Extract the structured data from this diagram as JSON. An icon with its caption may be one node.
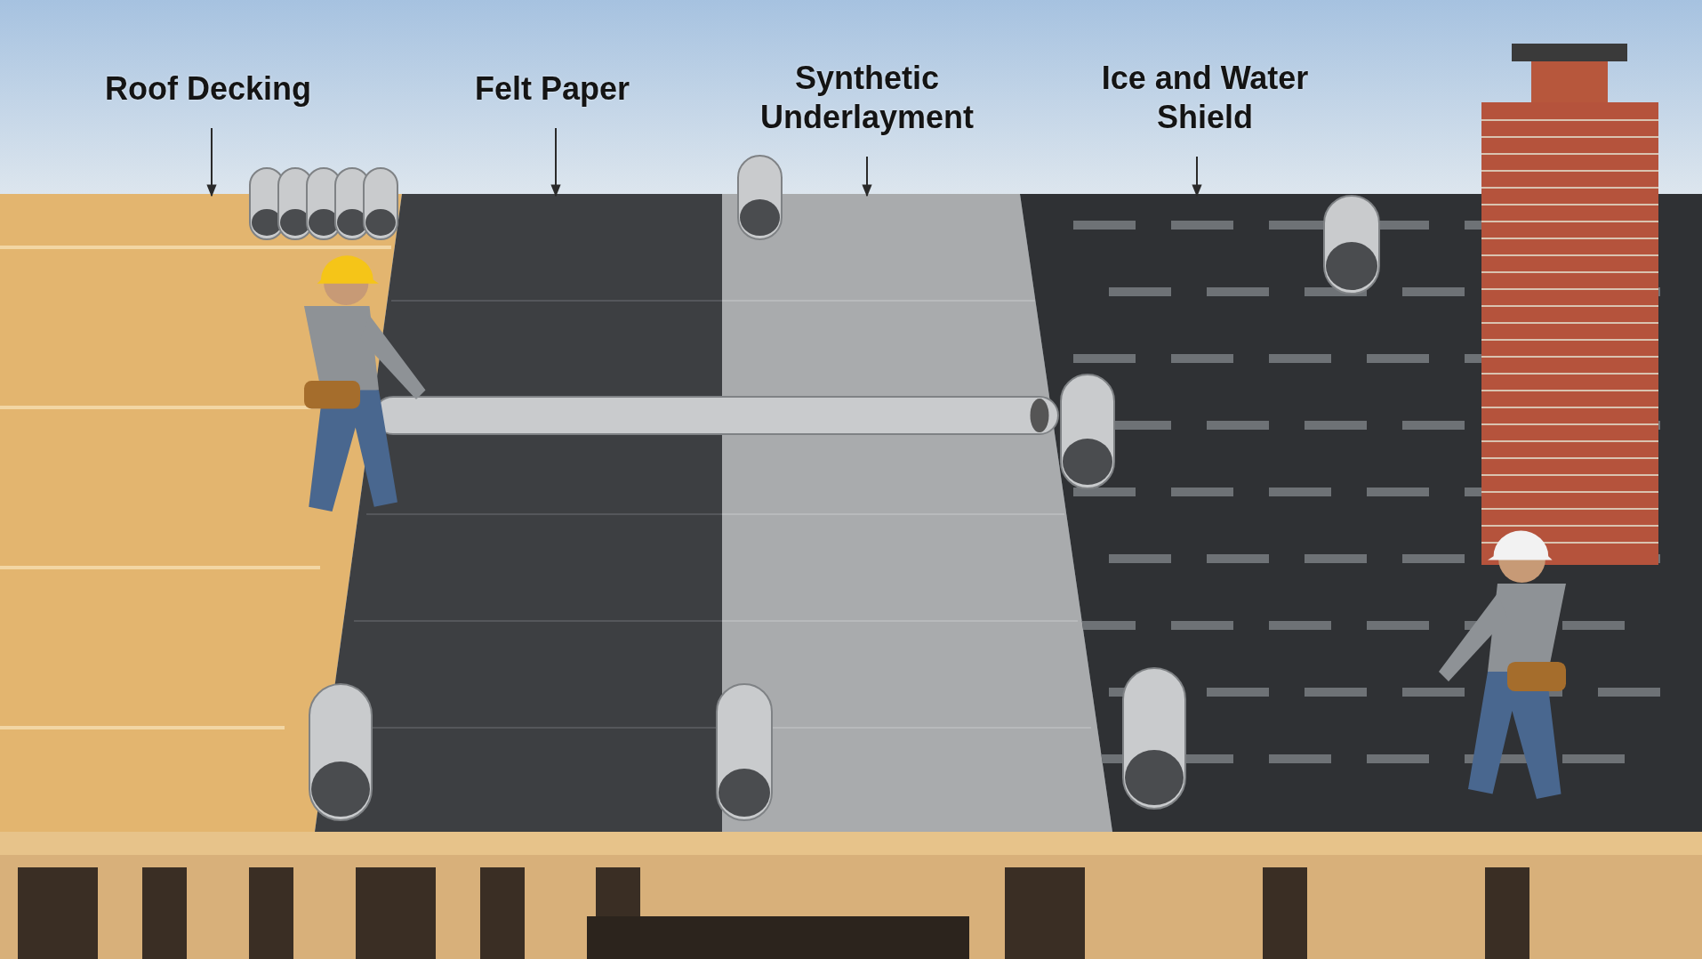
{
  "diagram": {
    "nodes": [
      {
        "text": [
          "Roof Decking"
        ]
      },
      {
        "text": [
          "Felt Paper"
        ]
      },
      {
        "text": [
          "Synthetic Underlayment"
        ]
      },
      {
        "text": [
          "Ice and Water Shield"
        ]
      },
      {
        "text": [],
        "shape": "picture"
      },
      {
        "text": [],
        "shape": "picture"
      },
      {
        "text": [],
        "shape": "picture"
      },
      {
        "text": [],
        "shape": "picture"
      }
    ],
    "edges": [
      {
        "from": 0,
        "to": 4,
        "arrow": "to"
      },
      {
        "from": 1,
        "to": 5,
        "arrow": "to"
      },
      {
        "from": 2,
        "to": 6,
        "arrow": "to"
      },
      {
        "from": 3,
        "to": 7,
        "arrow": "to"
      }
    ]
  }
}
